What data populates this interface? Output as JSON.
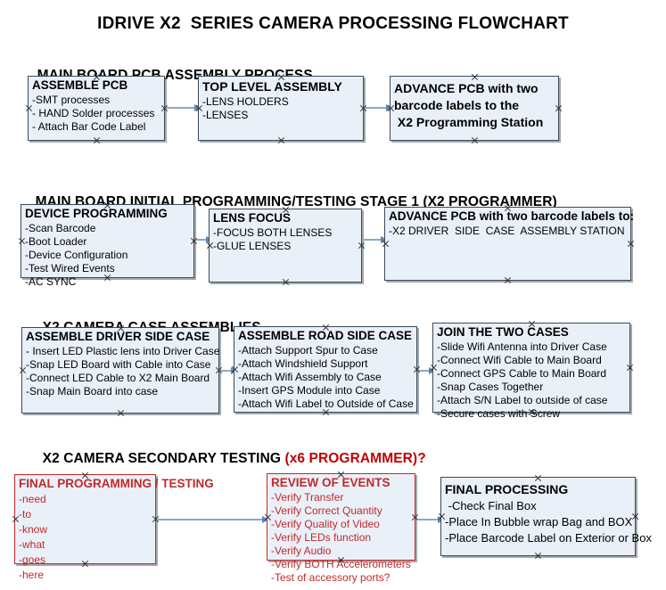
{
  "document": {
    "title": "IDRIVE X2  SERIES CAMERA PROCESSING FLOWCHART"
  },
  "colors": {
    "node_fill": "#eaf0f8",
    "node_border": "#3b4a5a",
    "red_accent": "#c02a2a",
    "connector": "#8fa8c0",
    "text": "#000000"
  },
  "sections": [
    {
      "id": "main-board-pcb-assembly-process",
      "heading": "MAIN BOARD PCB ASSEMBLY PROCESS",
      "heading_accent": "",
      "nodes": [
        {
          "id": "assemble-pcb",
          "title": "ASSEMBLE PCB",
          "lines": [
            "-SMT processes",
            "- HAND Solder processes",
            "- Attach Bar Code Label"
          ]
        },
        {
          "id": "top-level-assembly",
          "title": "TOP LEVEL ASSEMBLY",
          "lines": [
            "-LENS HOLDERS",
            "-LENSES"
          ]
        },
        {
          "id": "advance-pcb-to-x2-programming-station",
          "title": "ADVANCE PCB with two\nbarcode labels to the\n X2 Programming Station",
          "lines": []
        }
      ]
    },
    {
      "id": "main-board-initial-programming-testing-stage-1",
      "heading": "MAIN BOARD INITIAL PROGRAMMING/TESTING STAGE 1 (X2 PROGRAMMER)",
      "heading_accent": "",
      "nodes": [
        {
          "id": "device-programming",
          "title": "DEVICE PROGRAMMING",
          "lines": [
            "-Scan Barcode",
            "-Boot Loader",
            "-Device Configuration",
            "-Test Wired Events",
            "-AC SYNC"
          ]
        },
        {
          "id": "lens-focus",
          "title": "LENS FOCUS",
          "lines": [
            "-FOCUS BOTH LENSES",
            "-GLUE LENSES"
          ]
        },
        {
          "id": "advance-pcb-to-driver-side-case-assembly-station",
          "title": "ADVANCE PCB with two barcode labels to:",
          "lines": [
            "-X2 DRIVER  SIDE  CASE  ASSEMBLY STATION"
          ]
        }
      ]
    },
    {
      "id": "x2-camera-case-assemblies",
      "heading": "X2 CAMERA CASE ASSEMBLIES",
      "heading_accent": "",
      "nodes": [
        {
          "id": "assemble-driver-side-case",
          "title": "ASSEMBLE DRIVER SIDE CASE",
          "lines": [
            "- Insert LED Plastic lens into Driver Case",
            "-Snap LED Board with Cable into Case",
            "-Connect LED Cable to X2 Main Board",
            "-Snap Main Board into case"
          ]
        },
        {
          "id": "assemble-road-side-case",
          "title": "ASSEMBLE ROAD SIDE CASE",
          "lines": [
            "-Attach Support Spur to Case",
            "-Attach Windshield Support",
            "-Attach Wifi Assembly to Case",
            "-Insert GPS Module into Case",
            "-Attach Wifi Label to Outside of Case"
          ]
        },
        {
          "id": "join-the-two-cases",
          "title": "JOIN THE TWO CASES",
          "lines": [
            "-Slide Wifi Antenna into Driver Case",
            "-Connect Wifi Cable to Main Board",
            "-Connect GPS Cable to Main Board",
            "-Snap Cases Together",
            "-Attach S/N Label to outside of case",
            "-Secure cases with Screw"
          ]
        }
      ]
    },
    {
      "id": "x2-camera-secondary-testing",
      "heading": "X2 CAMERA SECONDARY TESTING ",
      "heading_accent": "(x6 PROGRAMMER)?",
      "nodes": [
        {
          "id": "final-programming-testing",
          "title": "FINAL PROGRAMMING / TESTING",
          "lines": [
            "-need",
            "-to",
            "-know",
            "-what",
            "-goes",
            "-here"
          ]
        },
        {
          "id": "review-of-events",
          "title": "REVIEW OF EVENTS",
          "lines": [
            "-Verify Transfer",
            "-Verify Correct Quantity",
            "-Verify Quality of Video",
            "-Verify LEDs function",
            "-Verify Audio",
            "-Verify BOTH Accelerometers"
          ],
          "overflow_line": "-Test of accessory ports?"
        },
        {
          "id": "final-processing",
          "title": "FINAL PROCESSING",
          "lines": [
            " -Check Final Box",
            "-Place In Bubble wrap Bag and BOX",
            "-Place Barcode Label on Exterior or Box"
          ]
        }
      ]
    }
  ]
}
